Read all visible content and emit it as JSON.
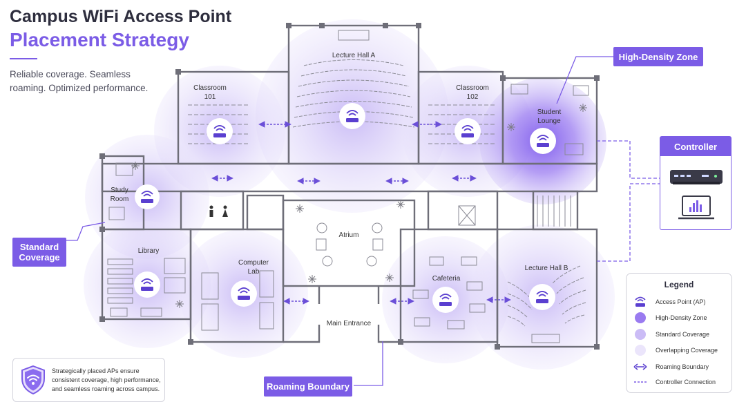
{
  "header": {
    "title_line1": "Campus WiFi Access Point",
    "title_line2": "Placement Strategy",
    "subtitle": "Reliable coverage. Seamless roaming. Optimized performance."
  },
  "rooms": {
    "lecture_hall_a": "Lecture Hall A",
    "classroom_101": "Classroom 101",
    "classroom_102": "Classroom 102",
    "student_lounge": "Student Lounge",
    "study_room": "Study Room",
    "library": "Library",
    "computer_lab": "Computer Lab",
    "atrium": "Atrium",
    "main_entrance": "Main Entrance",
    "cafeteria": "Cafeteria",
    "lecture_hall_b": "Lecture Hall B"
  },
  "callouts": {
    "high_density": "High-Density Zone",
    "standard_coverage": "Standard Coverage",
    "roaming_boundary": "Roaming Boundary"
  },
  "controller": {
    "title": "Controller"
  },
  "legend": {
    "title": "Legend",
    "items": [
      {
        "label": "Access Point (AP)",
        "icon": "access-point-icon"
      },
      {
        "label": "High-Density Zone",
        "color": "#9a7bf0"
      },
      {
        "label": "Standard Coverage",
        "color": "#cbbcf6"
      },
      {
        "label": "Overlapping Coverage",
        "color": "#ebe5fb"
      },
      {
        "label": "Roaming Boundary",
        "icon": "double-arrow-icon"
      },
      {
        "label": "Controller Connection",
        "icon": "dashed-line-icon"
      }
    ]
  },
  "note": {
    "text": "Strategically placed APs ensure consistent coverage, high performance, and seamless roaming across campus.",
    "icon": "shield-wifi-icon"
  },
  "colors": {
    "accent": "#7b5ce6",
    "high_density": "#9a7bf0",
    "standard": "#cbbcf6",
    "overlap": "#ebe5fb",
    "wall": "#6e6e78"
  }
}
